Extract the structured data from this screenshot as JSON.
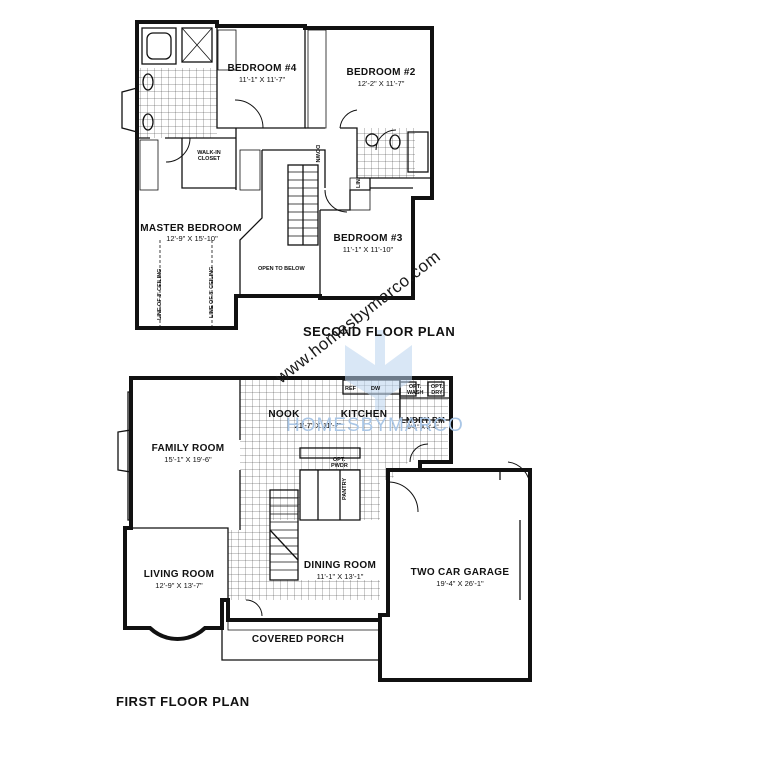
{
  "second_floor": {
    "title": "SECOND FLOOR PLAN",
    "rooms": {
      "bedroom4": {
        "name": "BEDROOM #4",
        "dims": "11'-1\" X 11'-7\""
      },
      "bedroom2": {
        "name": "BEDROOM #2",
        "dims": "12'-2\" X 11'-7\""
      },
      "master": {
        "name": "MASTER BEDROOM",
        "dims": "12'-9\" X 15'-10\""
      },
      "bedroom3": {
        "name": "BEDROOM #3",
        "dims": "11'-1\" X 11'-10\""
      },
      "walkin": {
        "name": "WALK-IN CLOSET"
      },
      "open_below": {
        "name": "OPEN TO BELOW"
      }
    },
    "notes": {
      "ceiling_left": "LINE OF 8' CEILING",
      "ceiling_right": "LINE OF 8' CEILING",
      "down": "DOWN",
      "linen": "LIN."
    }
  },
  "first_floor": {
    "title": "FIRST FLOOR PLAN",
    "rooms": {
      "family": {
        "name": "FAMILY ROOM",
        "dims": "15'-1\" X 19'-6\""
      },
      "nook": {
        "name": "NOOK"
      },
      "kitchen": {
        "name": "KITCHEN",
        "dims": "21'-7\" X 11'-7\""
      },
      "laundry": {
        "name": "LNDRY RM",
        "dims": "6'-1\" X 8'-4\""
      },
      "living": {
        "name": "LIVING ROOM",
        "dims": "12'-9\" X 13'-7\""
      },
      "dining": {
        "name": "DINING ROOM",
        "dims": "11'-1\" X 13'-1\""
      },
      "garage": {
        "name": "TWO CAR GARAGE",
        "dims": "19'-4\" X 26'-1\""
      },
      "porch": {
        "name": "COVERED PORCH"
      }
    },
    "notes": {
      "opt_wash": "OPT. WASH",
      "opt_dry": "OPT. DRY",
      "opt_pwdr": "OPT. PWDR",
      "pantry": "PANTRY",
      "ref": "REF",
      "dw": "DW"
    }
  },
  "watermark": {
    "url": "www.homesbymarco.com",
    "brand": "HOMESBYMARCO"
  }
}
